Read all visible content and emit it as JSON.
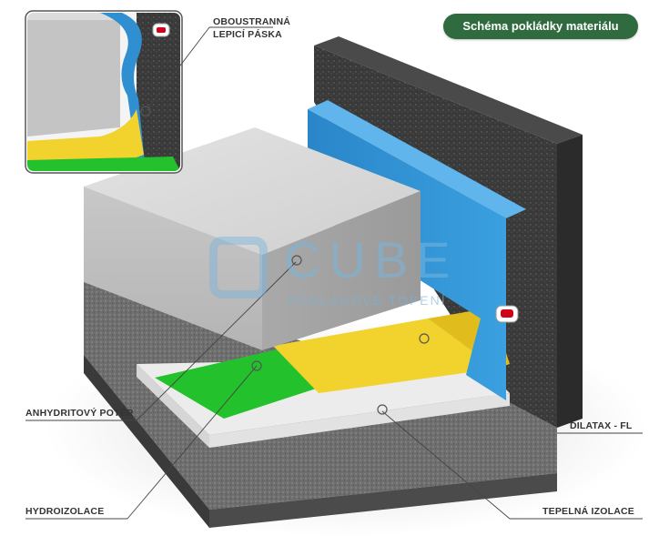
{
  "header": {
    "badge_title": "Schéma pokládky materiálu"
  },
  "callouts": {
    "tape": {
      "line1": "OBOUSTRANNÁ",
      "line2": "LEPICÍ PÁSKA"
    },
    "screed": "ANHYDRITOVÝ POTĚR",
    "waterproofing": "HYDROIZOLACE",
    "dilatation": "DILATAX - FL",
    "insulation": "TEPELNÁ IZOLACE"
  },
  "watermark": {
    "word": "CUBE",
    "subtitle": "PODLAHOVÉ TOPENÍ"
  },
  "colors": {
    "badge": "#2f6b3f",
    "wall": "#3a3a3a",
    "dilatation_strip": "#2f8fd0",
    "screed_block": "#c9c9c9",
    "foil_yellow": "#f2d22c",
    "foil_green": "#23c12b",
    "insulation": "#eeeeee",
    "base": "#474747",
    "marker_red": "#d0021b"
  },
  "icons": {
    "tape_marker": "red-tape-marker-icon",
    "pointer": "pointer-circle-icon"
  }
}
